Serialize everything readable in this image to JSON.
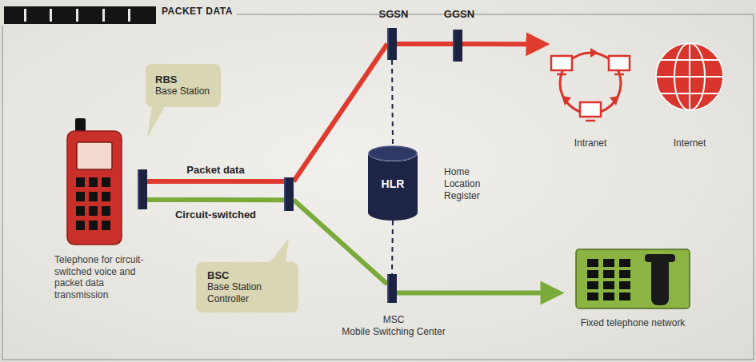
{
  "diagram": {
    "title": "PACKET DATA",
    "nodes": [
      {
        "text": [
          "Telephone for circuit-switched voice and packet data transmission"
        ]
      },
      {
        "text": [
          "RBS",
          "Base Station"
        ]
      },
      {
        "text": [
          "BSC",
          "Base Station Controller"
        ]
      },
      {
        "text": [
          "SGSN"
        ]
      },
      {
        "text": [
          "GGSN"
        ]
      },
      {
        "text": [
          "HLR",
          "Home Location Register"
        ]
      },
      {
        "text": [
          "MSC",
          "Mobile Switching Center"
        ]
      },
      {
        "text": [
          "Intranet"
        ]
      },
      {
        "text": [
          "Internet"
        ]
      },
      {
        "text": [
          "Fixed telephone network"
        ]
      }
    ],
    "edges": [
      {
        "from": 1,
        "to": 2,
        "label": "Packet data",
        "arrow": "none"
      },
      {
        "from": 1,
        "to": 2,
        "label": "Circuit-switched",
        "arrow": "none"
      },
      {
        "from": 2,
        "to": 3,
        "arrow": "none"
      },
      {
        "from": 3,
        "to": 4,
        "arrow": "none"
      },
      {
        "from": 4,
        "to": 7,
        "arrow": "to"
      },
      {
        "from": 2,
        "to": 6,
        "arrow": "none"
      },
      {
        "from": 6,
        "to": 9,
        "arrow": "to"
      },
      {
        "from": 3,
        "to": 5,
        "arrow": "none"
      },
      {
        "from": 5,
        "to": 6,
        "arrow": "none"
      }
    ]
  }
}
